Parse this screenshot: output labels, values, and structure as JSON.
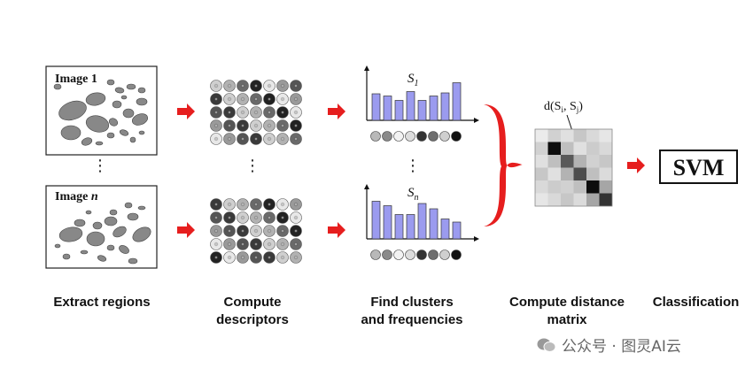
{
  "images": {
    "image1_label": "Image 1",
    "imagen_label_prefix": "Image ",
    "imagen_label_n": "n",
    "ellipsis": "⋮"
  },
  "histograms": {
    "s1": {
      "label": "S",
      "subscript": "1",
      "values": [
        0.6,
        0.55,
        0.45,
        0.65,
        0.45,
        0.55,
        0.62,
        0.85
      ],
      "swatches": [
        "#b8b8b8",
        "#8a8a8a",
        "#f2f2f2",
        "#dddddd",
        "#333333",
        "#6e6e6e",
        "#cfcfcf",
        "#111111"
      ]
    },
    "sn": {
      "label": "S",
      "subscript": "n",
      "values": [
        0.85,
        0.75,
        0.55,
        0.55,
        0.8,
        0.68,
        0.45,
        0.38
      ],
      "swatches": [
        "#b8b8b8",
        "#8a8a8a",
        "#f2f2f2",
        "#dddddd",
        "#333333",
        "#6e6e6e",
        "#cfcfcf",
        "#111111"
      ]
    },
    "bar_color": "#9b9bef"
  },
  "matrix": {
    "label": "d(S",
    "label_i": "i",
    "label_sep": ", S",
    "label_j": "j",
    "label_close": ")",
    "cells": [
      [
        0.92,
        0.82,
        0.88,
        0.78,
        0.85,
        0.9
      ],
      [
        0.82,
        0.05,
        0.75,
        0.88,
        0.8,
        0.85
      ],
      [
        0.88,
        0.75,
        0.35,
        0.7,
        0.82,
        0.78
      ],
      [
        0.78,
        0.88,
        0.7,
        0.3,
        0.75,
        0.86
      ],
      [
        0.85,
        0.8,
        0.82,
        0.75,
        0.05,
        0.65
      ],
      [
        0.9,
        0.85,
        0.78,
        0.86,
        0.65,
        0.2
      ]
    ]
  },
  "classifier": {
    "label": "SVM"
  },
  "arrow_color": "#e61e1e",
  "captions": {
    "extract": "Extract regions",
    "compute_desc_1": "Compute",
    "compute_desc_2": "descriptors",
    "find_1": "Find clusters",
    "find_2": "and frequencies",
    "distance_1": "Compute distance",
    "distance_2": "matrix",
    "classification": "Classification"
  },
  "watermark": {
    "text": "公众号 · 图灵AI云"
  }
}
